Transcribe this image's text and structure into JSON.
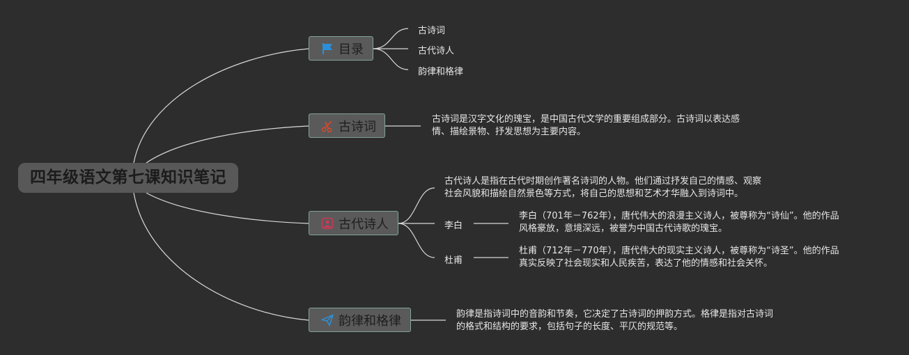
{
  "root": {
    "title": "四年级语文第七课知识笔记"
  },
  "topics": {
    "toc": {
      "label": "目录",
      "icon": "flag-icon",
      "icon_color": "#2a8fd8",
      "items": [
        "古诗词",
        "古代诗人",
        "韵律和格律"
      ]
    },
    "poetry": {
      "label": "古诗词",
      "icon": "scissors-icon",
      "icon_color": "#d2482f",
      "desc": [
        "古诗词是汉字文化的瑰宝，是中国古代文学的重要组成部分。古诗词以表达感",
        "情、描绘景物、抒发思想为主要内容。"
      ]
    },
    "poets": {
      "label": "古代诗人",
      "icon": "portrait-icon",
      "icon_color": "#c83a57",
      "desc": [
        "古代诗人是指在古代时期创作著名诗词的人物。他们通过抒发自己的情感、观察",
        "社会风貌和描绘自然景色等方式，将自己的思想和艺术才华融入到诗词中。"
      ],
      "libai": {
        "name": "李白",
        "desc": [
          "李白（701年－762年），唐代伟大的浪漫主义诗人，被尊称为“诗仙”。他的作品",
          "风格豪放，意境深远，被誉为中国古代诗歌的瑰宝。"
        ]
      },
      "dufu": {
        "name": "杜甫",
        "desc": [
          "杜甫（712年－770年），唐代伟大的现实主义诗人，被尊称为“诗圣”。他的作品",
          "真实反映了社会现实和人民疾苦，表达了他的情感和社会关怀。"
        ]
      }
    },
    "rhythm": {
      "label": "韵律和格律",
      "icon": "paper-plane-icon",
      "icon_color": "#2f8fd6",
      "desc": [
        "韵律是指诗词中的音韵和节奏，它决定了古诗词的押韵方式。格律是指对古诗词",
        "的格式和结构的要求，包括句子的长度、平仄的规范等。"
      ]
    }
  },
  "colors": {
    "background": "#2d2d2d",
    "connector": "#d9d9d9",
    "topic_fill": "#5a5a5a",
    "topic_border": "#82a39a",
    "root_fill": "#585858"
  }
}
